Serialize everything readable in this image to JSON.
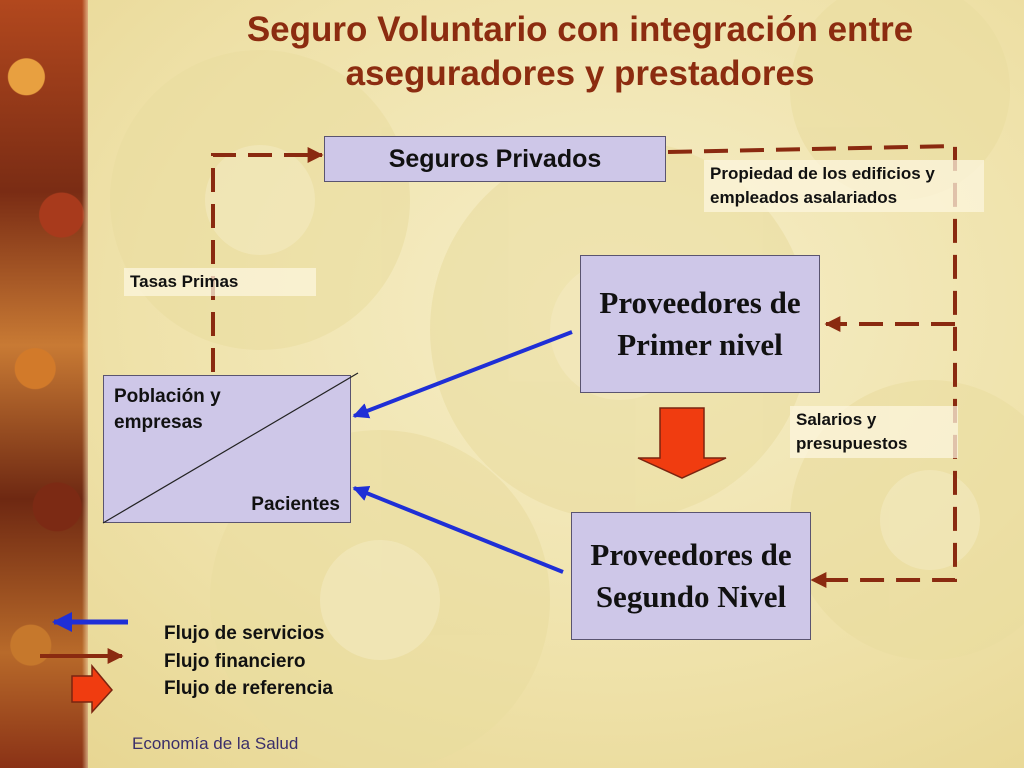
{
  "slide": {
    "title": "Seguro Voluntario con integración entre aseguradores y  prestadores",
    "footer": "Economía de la Salud"
  },
  "nodes": {
    "seguros_privados": "Seguros Privados",
    "proveedores_primer_nivel": "Proveedores de Primer nivel",
    "proveedores_segundo_nivel": "Proveedores de Segundo Nivel",
    "poblacion": "Población y empresas",
    "pacientes": "Pacientes"
  },
  "edge_labels": {
    "tasas_primas": "Tasas Primas",
    "propiedad": "Propiedad de los edificios y empleados asalariados",
    "salarios": "Salarios y presupuestos"
  },
  "legend": {
    "servicios": "Flujo de servicios",
    "financiero": "Flujo financiero",
    "referencia": "Flujo de referencia"
  },
  "colors": {
    "title": "#8c2c10",
    "box_fill": "#cec7e8",
    "service_flow": "#1f2fd6",
    "financial_flow": "#8a2a10",
    "referral_flow": "#e83a10"
  }
}
